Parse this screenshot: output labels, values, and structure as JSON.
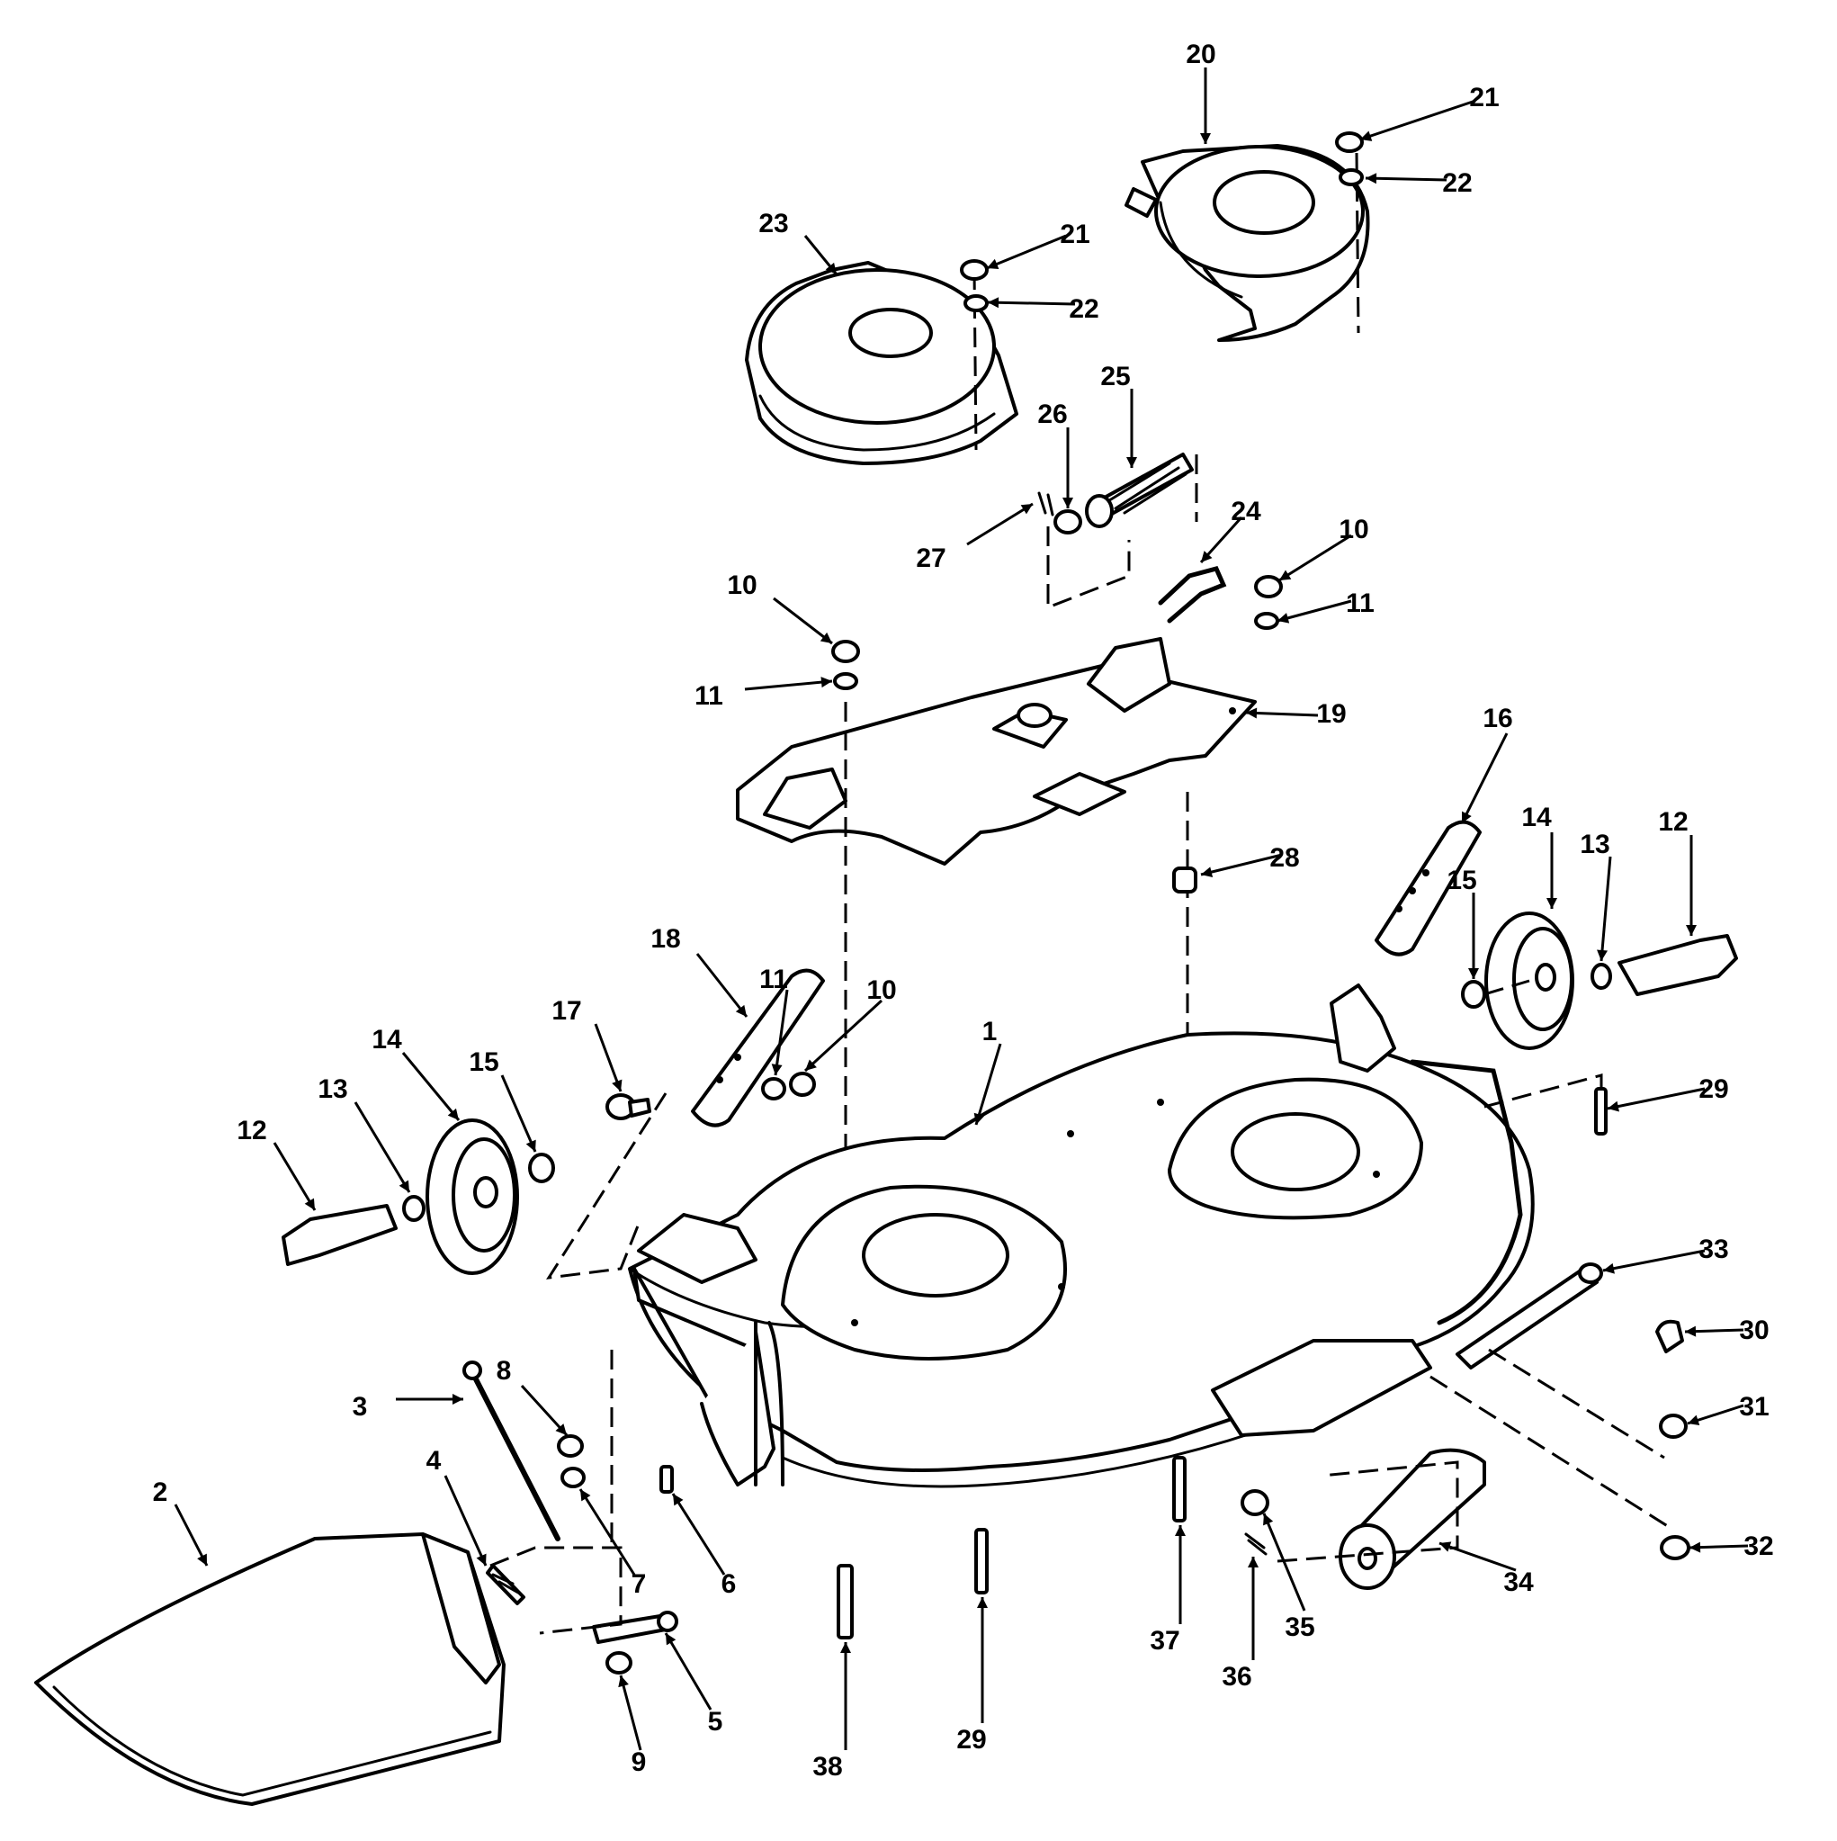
{
  "diagram": {
    "colors": {
      "ink": "#000000",
      "paper": "#ffffff"
    },
    "callouts": [
      {
        "id": "c20",
        "label": "20"
      },
      {
        "id": "c21a",
        "label": "21"
      },
      {
        "id": "c22a",
        "label": "22"
      },
      {
        "id": "c23",
        "label": "23"
      },
      {
        "id": "c21b",
        "label": "21"
      },
      {
        "id": "c22b",
        "label": "22"
      },
      {
        "id": "c25",
        "label": "25"
      },
      {
        "id": "c26",
        "label": "26"
      },
      {
        "id": "c27",
        "label": "27"
      },
      {
        "id": "c24",
        "label": "24"
      },
      {
        "id": "c10a",
        "label": "10"
      },
      {
        "id": "c11a",
        "label": "11"
      },
      {
        "id": "c10b",
        "label": "10"
      },
      {
        "id": "c11b",
        "label": "11"
      },
      {
        "id": "c19",
        "label": "19"
      },
      {
        "id": "c16",
        "label": "16"
      },
      {
        "id": "c14a",
        "label": "14"
      },
      {
        "id": "c13a",
        "label": "13"
      },
      {
        "id": "c12a",
        "label": "12"
      },
      {
        "id": "c15a",
        "label": "15"
      },
      {
        "id": "c28",
        "label": "28"
      },
      {
        "id": "c18",
        "label": "18"
      },
      {
        "id": "c11c",
        "label": "11"
      },
      {
        "id": "c10c",
        "label": "10"
      },
      {
        "id": "c17",
        "label": "17"
      },
      {
        "id": "c1",
        "label": "1"
      },
      {
        "id": "c14b",
        "label": "14"
      },
      {
        "id": "c15b",
        "label": "15"
      },
      {
        "id": "c13b",
        "label": "13"
      },
      {
        "id": "c12b",
        "label": "12"
      },
      {
        "id": "c29a",
        "label": "29"
      },
      {
        "id": "c33",
        "label": "33"
      },
      {
        "id": "c30",
        "label": "30"
      },
      {
        "id": "c31",
        "label": "31"
      },
      {
        "id": "c32",
        "label": "32"
      },
      {
        "id": "c8",
        "label": "8"
      },
      {
        "id": "c3",
        "label": "3"
      },
      {
        "id": "c4",
        "label": "4"
      },
      {
        "id": "c7",
        "label": "7"
      },
      {
        "id": "c6",
        "label": "6"
      },
      {
        "id": "c2",
        "label": "2"
      },
      {
        "id": "c5",
        "label": "5"
      },
      {
        "id": "c9",
        "label": "9"
      },
      {
        "id": "c38",
        "label": "38"
      },
      {
        "id": "c29b",
        "label": "29"
      },
      {
        "id": "c37",
        "label": "37"
      },
      {
        "id": "c36",
        "label": "36"
      },
      {
        "id": "c35",
        "label": "35"
      },
      {
        "id": "c34",
        "label": "34"
      }
    ]
  }
}
